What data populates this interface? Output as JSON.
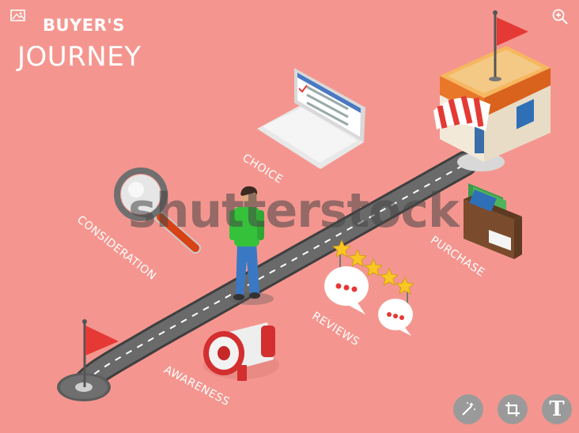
{
  "title": {
    "line1": "BUYER'S",
    "line2": "JOURNEY"
  },
  "stages": {
    "awareness": "AWARENESS",
    "consideration": "CONSIDERATION",
    "choice": "CHOICE",
    "reviews": "REVIEWS",
    "purchase": "PURCHASE"
  },
  "watermark": "shutterstock",
  "toolbar": {
    "icons": [
      "magic-wand-icon",
      "crop-icon",
      "text-icon"
    ],
    "text_tool_glyph": "T"
  },
  "corner_icons": [
    "image-icon",
    "zoom-in-icon"
  ],
  "colors": {
    "background": "#f4968f",
    "road": "#5a5a5a",
    "shirt": "#35c23a",
    "flag": "#e53935",
    "tool_button": "#9b9a9a"
  }
}
